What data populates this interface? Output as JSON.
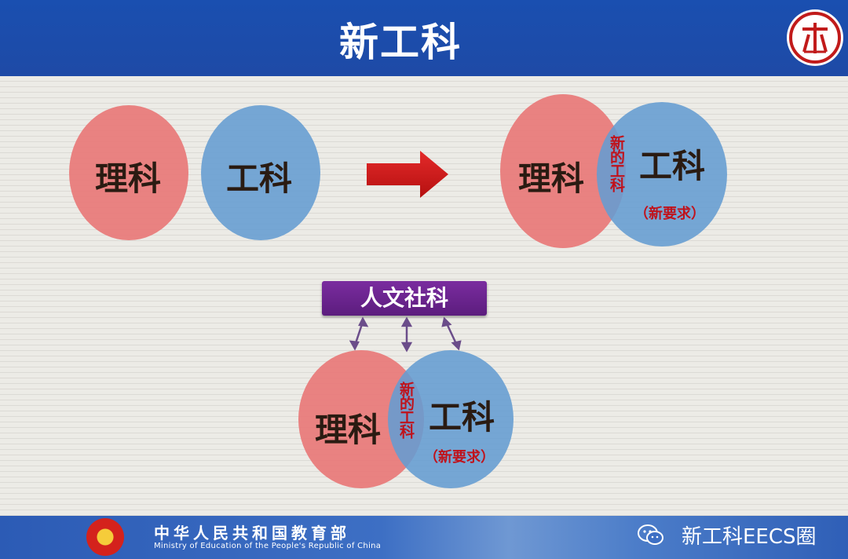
{
  "header": {
    "title": "新工科"
  },
  "top_left": {
    "circle1": "理科",
    "circle2": "工科"
  },
  "top_right": {
    "circle1": "理科",
    "overlap": "新的工科",
    "circle2": "工科",
    "circle2_sub": "（新要求）"
  },
  "bottom": {
    "box": "人文社科",
    "circle1": "理科",
    "overlap": "新的工科",
    "circle2": "工科",
    "circle2_sub": "（新要求）"
  },
  "footer": {
    "ministry_cn": "中华人民共和国教育部",
    "ministry_en": "Ministry of Education of the People's Republic of China",
    "watermark": "新工科EECS圈"
  },
  "colors": {
    "header": "#1a4fb0",
    "red_circle": "#e87878",
    "blue_circle": "#649cd2",
    "arrow": "#d11a1a",
    "box": "#6a2590",
    "accent_text": "#c0121b"
  },
  "icons": [
    "university-logo-icon",
    "right-arrow-icon",
    "double-arrow-icon",
    "national-emblem-icon",
    "wechat-icon"
  ]
}
